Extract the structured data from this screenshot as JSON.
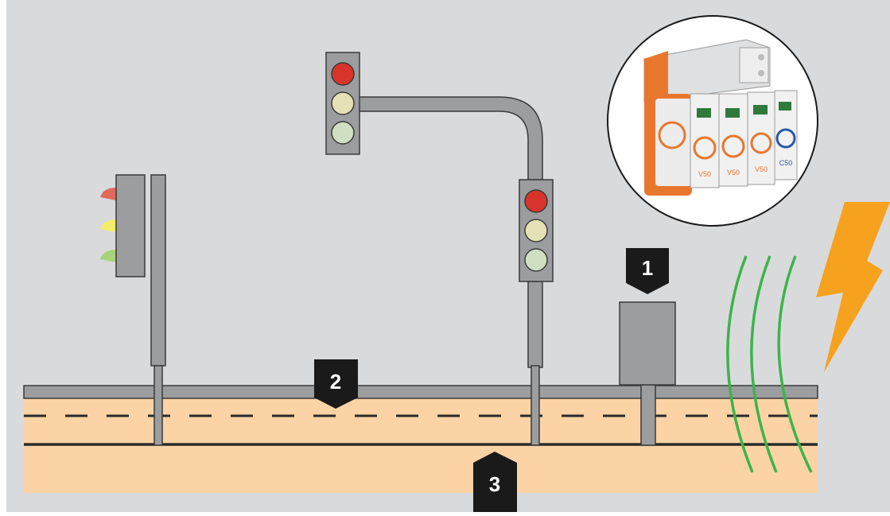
{
  "colors": {
    "background": "#d9dadc",
    "road": "#fbd3a5",
    "pole": "#9b9d9f",
    "outline": "#3a3a3a",
    "red_light": "#d9342b",
    "yellow_light": "#e4e1b6",
    "green_light": "#cfe0c2",
    "lightning": "#f6a21e",
    "waves": "#3cb44b",
    "badge": "#1a1a1a",
    "spd_orange": "#e8772e",
    "spd_blue": "#2a59a8"
  },
  "badges": {
    "one": "1",
    "two": "2",
    "three": "3"
  },
  "product_inset": {
    "modules": [
      {
        "label": "V50",
        "color": "orange"
      },
      {
        "label": "V50",
        "color": "orange"
      },
      {
        "label": "V50",
        "color": "orange"
      },
      {
        "label": "C50",
        "color": "blue"
      }
    ]
  }
}
